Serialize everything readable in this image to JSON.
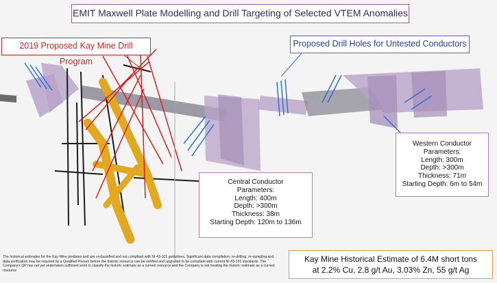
{
  "title": "EMIT Maxwell Plate Modelling and Drill Targeting  of Selected VTEM Anomalies",
  "callouts": {
    "red_program": "2019 Proposed Kay Mine Drill Program",
    "blue_holes": "Proposed Drill Holes for Untested Conductors"
  },
  "central_conductor": {
    "title": "Central Conductor",
    "params_label": "Parameters:",
    "length": "Length: 400m",
    "depth": "Depth: >300m",
    "thickness": "Thickness: 38m",
    "starting_depth": "Starting Depth: 120m to 136m"
  },
  "western_conductor": {
    "title": "Western Conductor",
    "params_label": "Parameters:",
    "length": "Length: 300m",
    "depth": "Depth: >300m",
    "thickness": "Thickness: 71m",
    "starting_depth": "Starting Depth: 6m to 54m"
  },
  "estimate": {
    "line1": "Kay Mine Historical Estimate of 6.4M short tons",
    "line2": "at 2.2% Cu, 2.8 g/t Au, 3.03% Zn, 55 g/t Ag"
  },
  "disclaimer": "The historical estimates for the Kay Mine predates and are unclassified and not compliant with NI 43-101 guidelines. Significant data compilation, re-drilling, re-sampling and data verification may be required by a Qualified Person before the historic resource can be verified and upgraded to be compliant with current NI 43-101 standards. The Company's QP has not yet undertaken sufficient work to classify the historic estimate as a current resource and the Company is not treating the historic estimate as a current resource",
  "colors": {
    "plate_fill": "#b9a3c9",
    "plate_dark": "#8c7a9c",
    "ore_body": "#e2a81f",
    "red_drill": "#d81e1e",
    "blue_drill": "#2f6fd6",
    "title_border": "#9b59b6"
  }
}
